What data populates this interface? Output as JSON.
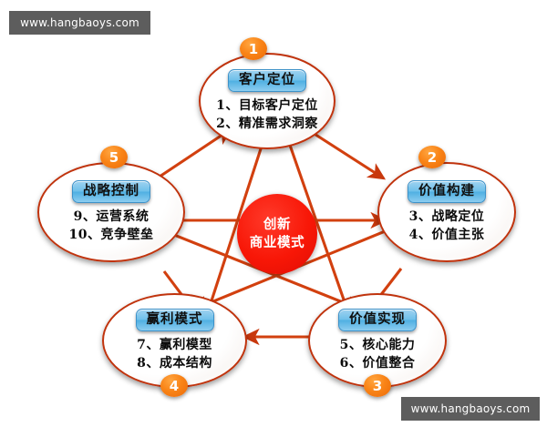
{
  "watermarks": {
    "top": "www.hangbaoys.com",
    "bottom": "www.hangbaoys.com"
  },
  "colors": {
    "background": "#ffffff",
    "ellipse_border": "#c0330d",
    "star_line": "#d2400f",
    "hub_fill": "#f81707",
    "badge_fill": "#f98417",
    "title_box": "#6fc0ea",
    "watermark_bg": "#5d5d5d"
  },
  "hub": {
    "line1": "创新",
    "line2": "商业模式"
  },
  "nodes": [
    {
      "badge": "1",
      "title": "客户定位",
      "items": [
        "1、目标客户定位",
        "2、精准需求洞察"
      ]
    },
    {
      "badge": "2",
      "title": "价值构建",
      "items": [
        "3、战略定位",
        "4、价值主张"
      ]
    },
    {
      "badge": "3",
      "title": "价值实现",
      "items": [
        "5、核心能力",
        "6、价值整合"
      ]
    },
    {
      "badge": "4",
      "title": "赢利模式",
      "items": [
        "7、赢利模型",
        "8、成本结构"
      ]
    },
    {
      "badge": "5",
      "title": "战略控制",
      "items": [
        "9、运营系统",
        "10、竞争壁垒"
      ]
    }
  ]
}
